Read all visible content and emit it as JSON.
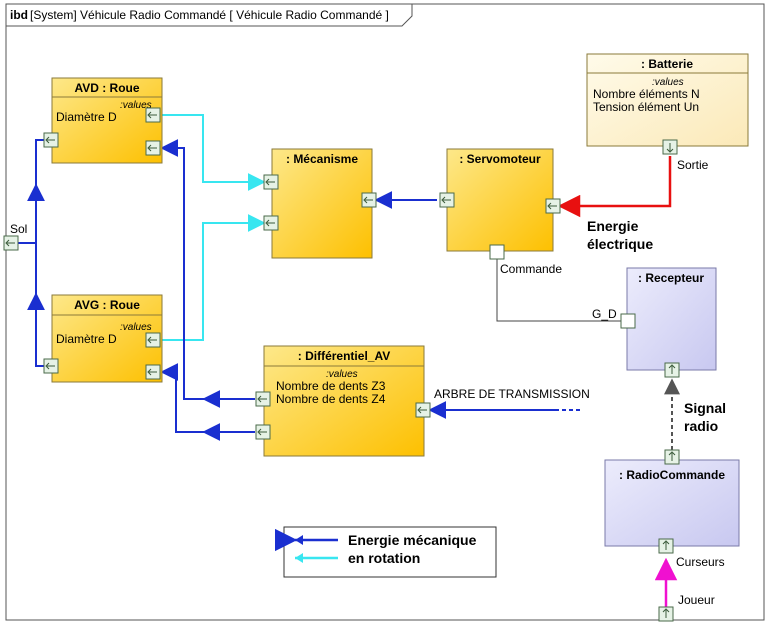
{
  "frame": {
    "keyword": "ibd",
    "title": "[System] Véhicule Radio Commandé [  Véhicule Radio Commandé ]"
  },
  "blocks": {
    "avd": {
      "name": "AVD : Roue",
      "compartment": ":values",
      "values": [
        "Diamètre D"
      ]
    },
    "avg": {
      "name": "AVG : Roue",
      "compartment": ":values",
      "values": [
        "Diamètre D"
      ]
    },
    "mecanisme": {
      "name": ": Mécanisme"
    },
    "servomoteur": {
      "name": ": Servomoteur"
    },
    "batterie": {
      "name": ": Batterie",
      "compartment": ":values",
      "values": [
        "Nombre éléments N",
        "Tension élément Un"
      ]
    },
    "differentiel": {
      "name": ": Différentiel_AV",
      "compartment": ":values",
      "values": [
        "Nombre de dents Z3",
        "Nombre de dents Z4"
      ]
    },
    "recepteur": {
      "name": ": Recepteur"
    },
    "radiocommande": {
      "name": ": RadioCommande"
    }
  },
  "ports": {
    "sol": "Sol",
    "sortie": "Sortie",
    "commande": "Commande",
    "g_d": "G_D",
    "curseurs": "Curseurs",
    "joueur": "Joueur"
  },
  "labels": {
    "arbre": "ARBRE DE TRANSMISSION",
    "energie_electrique_1": "Energie",
    "energie_electrique_2": "électrique",
    "signal_radio_1": "Signal",
    "signal_radio_2": "radio"
  },
  "legend": {
    "line1": "Energie mécanique",
    "line2": "en rotation"
  },
  "colors": {
    "block_fill_yellow": "#fdc400",
    "block_fill_yellow_light": "#fde87a",
    "batterie_fill": "#fdf2c8",
    "blue_fill": "#dcdcf8",
    "blue_flow": "#1a2fd0",
    "cyan_flow": "#38e6f0",
    "red_flow": "#e81010",
    "magenta_flow": "#f010d0"
  }
}
